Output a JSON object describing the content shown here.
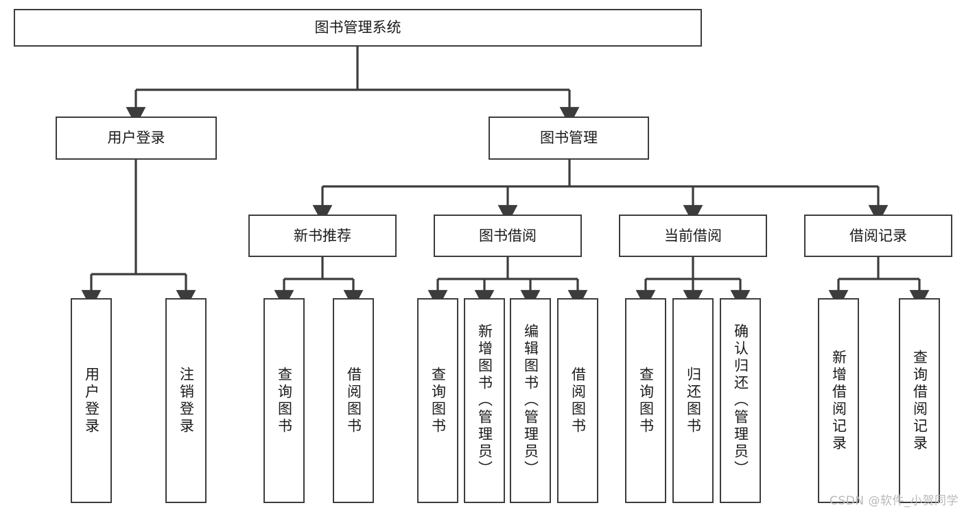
{
  "diagram": {
    "type": "tree-hierarchy",
    "title": "图书管理系统",
    "orientation": "top-down",
    "colors": {
      "box_border": "#3c3c3c",
      "box_fill": "#ffffff",
      "connector": "#3c3c3c",
      "text": "#1a1a1a",
      "watermark": "#b9b9b9",
      "background": "#ffffff"
    },
    "root": {
      "label": "图书管理系统"
    },
    "level1": [
      {
        "id": "user-login",
        "label": "用户登录"
      },
      {
        "id": "book-management",
        "label": "图书管理"
      }
    ],
    "level2": [
      {
        "id": "new-book-recommend",
        "label": "新书推荐",
        "parent": "book-management"
      },
      {
        "id": "book-borrow",
        "label": "图书借阅",
        "parent": "book-management"
      },
      {
        "id": "current-borrow",
        "label": "当前借阅",
        "parent": "book-management"
      },
      {
        "id": "borrow-record",
        "label": "借阅记录",
        "parent": "book-management"
      }
    ],
    "leaves": {
      "user-login": [
        {
          "id": "leaf-user-login",
          "label": "用户登录"
        },
        {
          "id": "leaf-logout",
          "label": "注销登录"
        }
      ],
      "new-book-recommend": [
        {
          "id": "leaf-query-book-1",
          "label": "查询图书"
        },
        {
          "id": "leaf-borrow-book-1",
          "label": "借阅图书"
        }
      ],
      "book-borrow": [
        {
          "id": "leaf-query-book-2",
          "label": "查询图书"
        },
        {
          "id": "leaf-add-book",
          "label": "新增图书（管理员）"
        },
        {
          "id": "leaf-edit-book",
          "label": "编辑图书（管理员）"
        },
        {
          "id": "leaf-borrow-book-2",
          "label": "借阅图书"
        }
      ],
      "current-borrow": [
        {
          "id": "leaf-query-book-3",
          "label": "查询图书"
        },
        {
          "id": "leaf-return-book",
          "label": "归还图书"
        },
        {
          "id": "leaf-confirm-return",
          "label": "确认归还（管理员）"
        }
      ],
      "borrow-record": [
        {
          "id": "leaf-add-record",
          "label": "新增借阅记录"
        },
        {
          "id": "leaf-query-record",
          "label": "查询借阅记录"
        }
      ]
    }
  },
  "watermark": {
    "text": "CSDN @软件_小贺同学"
  }
}
